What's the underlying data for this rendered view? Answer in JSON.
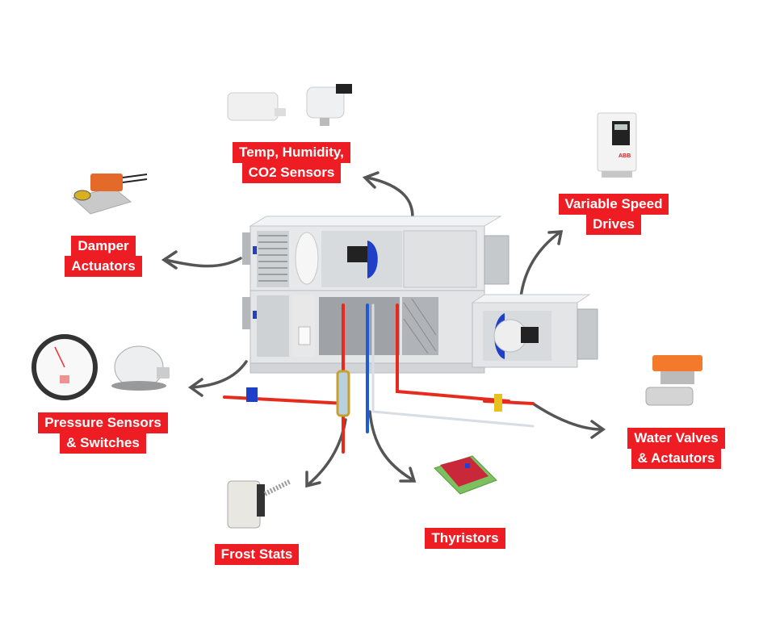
{
  "diagram": {
    "title": "Air Handling Unit Controls Components",
    "center": "air-handling-unit",
    "accent_color": "#ee1c23",
    "components": [
      {
        "id": "sensors",
        "lines": [
          "Temp, Humidity,",
          "CO2 Sensors"
        ],
        "product": "duct temperature/humidity/CO2 sensors"
      },
      {
        "id": "vsd",
        "lines": [
          "Variable Speed",
          "Drives"
        ],
        "product": "ABB variable speed drive"
      },
      {
        "id": "damper",
        "lines": [
          "Damper",
          "Actuators"
        ],
        "product": "damper actuator"
      },
      {
        "id": "pressure",
        "lines": [
          "Pressure Sensors",
          "& Switches"
        ],
        "product": "Magnehelic gauge and pressure switch"
      },
      {
        "id": "valves",
        "lines": [
          "Water Valves",
          "& Actautors"
        ],
        "product": "ball valve with actuator"
      },
      {
        "id": "frost",
        "lines": [
          "Frost Stats"
        ],
        "product": "frost thermostat"
      },
      {
        "id": "thyristors",
        "lines": [
          "Thyristors"
        ],
        "product": "thyristor controller board"
      }
    ],
    "product_text": {
      "vsd_brand": "ABB"
    }
  }
}
